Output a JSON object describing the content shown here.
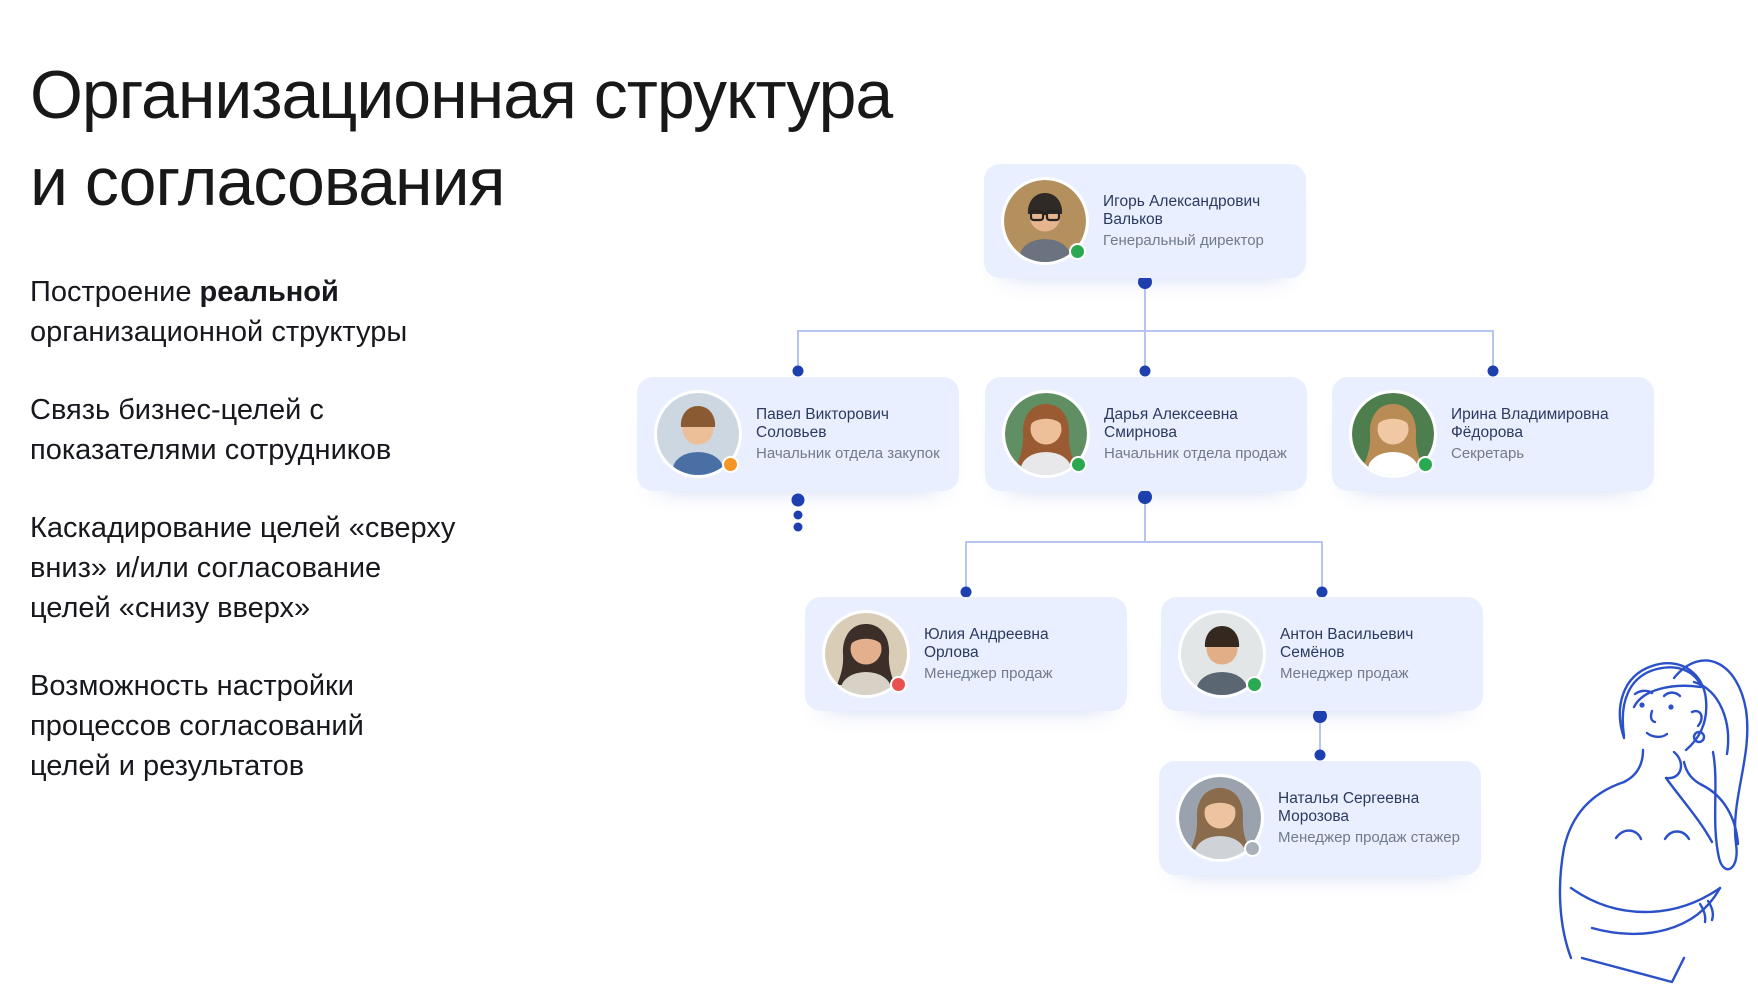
{
  "title": {
    "line1": "Организационная структура",
    "line2": "и согласования"
  },
  "bullets": [
    {
      "lines": [
        [
          {
            "text": "Построение ",
            "bold": false
          },
          {
            "text": "реальной",
            "bold": true
          }
        ],
        [
          {
            "text": "организационной структуры",
            "bold": false
          }
        ]
      ]
    },
    {
      "lines": [
        [
          {
            "text": "Связь бизнес-целей с",
            "bold": false
          }
        ],
        [
          {
            "text": "показателями сотрудников",
            "bold": false
          }
        ]
      ]
    },
    {
      "lines": [
        [
          {
            "text": "Каскадирование целей «сверху",
            "bold": false
          }
        ],
        [
          {
            "text": "вниз» и/или согласование",
            "bold": false
          }
        ],
        [
          {
            "text": "целей «снизу вверх»",
            "bold": false
          }
        ]
      ]
    },
    {
      "lines": [
        [
          {
            "text": "Возможность настройки",
            "bold": false
          }
        ],
        [
          {
            "text": "процессов согласований",
            "bold": false
          }
        ],
        [
          {
            "text": "целей и результатов",
            "bold": false
          }
        ]
      ]
    }
  ],
  "org_chart": {
    "nodes": [
      {
        "id": "igor",
        "name_line1": "Игорь Александрович",
        "name_line2": "Вальков",
        "role": "Генеральный директор",
        "status": "online",
        "avatar": {
          "bg": "#b5905f",
          "hair": "#2f2a26",
          "skin": "#e6b48e",
          "shirt": "#6b7280",
          "long": false,
          "glasses": true
        }
      },
      {
        "id": "pavel",
        "name_line1": "Павел Викторович",
        "name_line2": "Соловьев",
        "role": "Начальник отдела закупок",
        "status": "away",
        "avatar": {
          "bg": "#cdd7e1",
          "hair": "#8a5a33",
          "skin": "#edbf98",
          "shirt": "#4a6fa5",
          "long": false,
          "glasses": false
        }
      },
      {
        "id": "darya",
        "name_line1": "Дарья Алексеевна",
        "name_line2": "Смирнова",
        "role": "Начальник отдела продаж",
        "status": "online",
        "avatar": {
          "bg": "#5f8f62",
          "hair": "#9a5b33",
          "skin": "#eec09a",
          "shirt": "#e8e8ea",
          "long": true,
          "glasses": false
        }
      },
      {
        "id": "irina",
        "name_line1": "Ирина Владимировна",
        "name_line2": "Фёдорова",
        "role": "Секретарь",
        "status": "online",
        "avatar": {
          "bg": "#4e7d4e",
          "hair": "#b98c55",
          "skin": "#f0c8a4",
          "shirt": "#ffffff",
          "long": true,
          "glasses": false
        }
      },
      {
        "id": "yulia",
        "name_line1": "Юлия Андреевна",
        "name_line2": "Орлова",
        "role": "Менеджер продаж",
        "status": "busy",
        "avatar": {
          "bg": "#d9cdb8",
          "hair": "#3c2e28",
          "skin": "#e4af8d",
          "shirt": "#d8d2c6",
          "long": true,
          "glasses": false
        }
      },
      {
        "id": "anton",
        "name_line1": "Антон Васильевич",
        "name_line2": "Семёнов",
        "role": "Менеджер продаж",
        "status": "online",
        "avatar": {
          "bg": "#e3e6e6",
          "hair": "#35291f",
          "skin": "#e2ae88",
          "shirt": "#5a6672",
          "long": false,
          "glasses": false
        }
      },
      {
        "id": "natalya",
        "name_line1": "Наталья Сергеевна",
        "name_line2": "Морозова",
        "role": "Менеджер продаж стажер",
        "status": "offline",
        "avatar": {
          "bg": "#9aa3ad",
          "hair": "#8a6b4c",
          "skin": "#eec3a0",
          "shirt": "#cfd3d8",
          "long": true,
          "glasses": false
        }
      }
    ]
  },
  "colors": {
    "card_bg": "#e9effe",
    "connector_line": "#b6c5f0",
    "connector_dot": "#1e3fae",
    "name_text": "#2b3a5f",
    "role_text": "#707b8c",
    "title_text": "#181818",
    "body_text": "#16181d",
    "status": {
      "online": "#2aa952",
      "away": "#f49525",
      "busy": "#e8504f",
      "offline": "#a9b0bc"
    },
    "illustration_stroke": "#2b50c7"
  },
  "illustration": {
    "name": "thinking-woman-illustration"
  }
}
